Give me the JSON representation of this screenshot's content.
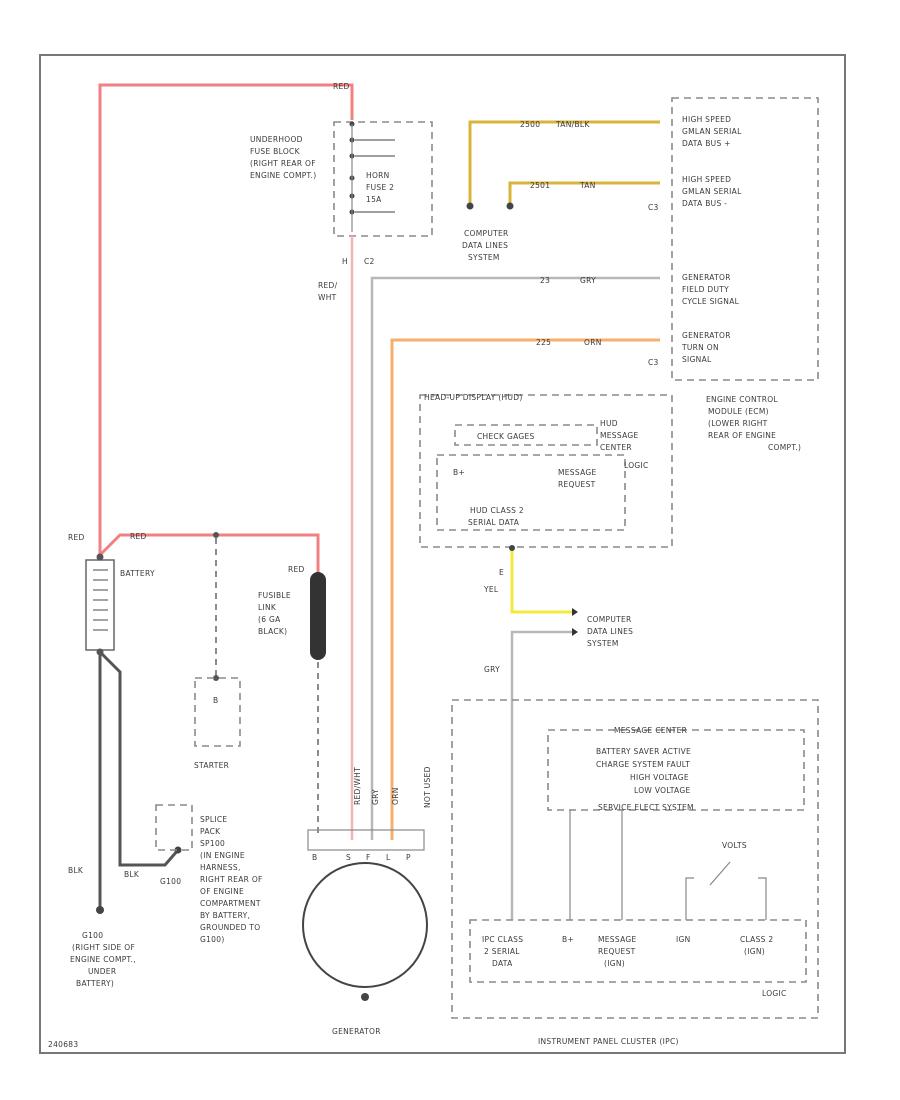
{
  "wires": {
    "red": "RED",
    "red_dot": "RED",
    "red_fusible": "RED",
    "red_wht": "RED/\nWHT",
    "blk": "BLK",
    "blk2": "BLK",
    "yel": "YEL",
    "gry": "GRY",
    "wire_tan_black": "TAN/BLK",
    "wire_tan": "TAN",
    "wire_gry": "GRY",
    "wire_ora": "ORN",
    "num_2500": "2500",
    "num_2501": "2501",
    "num_23": "23",
    "num_225": "225",
    "c2": "C2",
    "c3": "C3",
    "c3b": "C3",
    "h": "H",
    "e": "E",
    "gen_wire_labels": [
      "RED/WHT",
      "GRY",
      "ORN"
    ],
    "not_used": "NOT USED"
  },
  "components": {
    "fuse_block": [
      "UNDERHOOD",
      "FUSE BLOCK",
      "(RIGHT REAR OF",
      "ENGINE COMPT.)"
    ],
    "horn_fuse": [
      "HORN",
      "FUSE 2",
      "15A"
    ],
    "computer_data_top": [
      "COMPUTER",
      "DATA LINES",
      "SYSTEM"
    ],
    "ecm_labels": [
      [
        "HIGH SPEED",
        "GMLAN SERIAL",
        "DATA BUS +"
      ],
      [
        "HIGH SPEED",
        "GMLAN SERIAL",
        "DATA BUS -"
      ],
      [
        "GENERATOR",
        "FIELD DUTY",
        "CYCLE SIGNAL"
      ],
      [
        "GENERATOR",
        "TURN ON",
        "SIGNAL"
      ]
    ],
    "ecm": [
      "ENGINE CONTROL",
      "MODULE (ECM)",
      "(LOWER RIGHT",
      "REAR OF ENGINE",
      "COMPT.)"
    ],
    "hud_title": "HEAD-UP DISPLAY (HUD)",
    "hud_check": "CHECK GAGES",
    "hud_msg": [
      "HUD",
      "MESSAGE",
      "CENTER"
    ],
    "hud_bplus": "B+",
    "hud_msg_req": [
      "MESSAGE",
      "REQUEST"
    ],
    "hud_class2": [
      "HUD CLASS 2",
      "SERIAL DATA"
    ],
    "hud_logic": "LOGIC",
    "battery": "BATTERY",
    "fusible_link": [
      "FUSIBLE",
      "LINK",
      "(6 GA",
      "BLACK)"
    ],
    "starter": "STARTER",
    "starter_b": "B",
    "splice": [
      "SPLICE",
      "PACK",
      "SP100",
      "(IN ENGINE",
      "HARNESS,",
      "RIGHT REAR OF",
      "OF ENGINE",
      "COMPARTMENT",
      "BY BATTERY,",
      "GROUNDED TO",
      "G100)"
    ],
    "g100_label": "G100",
    "g100_ground": [
      "G100",
      "(RIGHT SIDE OF",
      "ENGINE COMPT.,",
      "UNDER",
      "BATTERY)"
    ],
    "computer_data_mid": [
      "COMPUTER",
      "DATA LINES",
      "SYSTEM"
    ],
    "msg_center_title": "MESSAGE CENTER",
    "msg_center_items": [
      "BATTERY SAVER ACTIVE",
      "CHARGE SYSTEM FAULT",
      "HIGH VOLTAGE",
      "LOW VOLTAGE",
      "SERVICE ELECT SYSTEM"
    ],
    "volts": "VOLTS",
    "ipc_pins": [
      [
        "IPC CLASS",
        "2 SERIAL",
        "DATA"
      ],
      [
        "B+"
      ],
      [
        "MESSAGE",
        "REQUEST",
        "(IGN)"
      ],
      [
        "IGN"
      ],
      [
        "CLASS 2",
        "(IGN)"
      ]
    ],
    "ipc_logic": "LOGIC",
    "ipc": "INSTRUMENT PANEL CLUSTER (IPC)",
    "generator": "GENERATOR",
    "gen_terms": [
      "B",
      "S",
      "F",
      "L",
      "P"
    ],
    "footer_code": "240683"
  }
}
